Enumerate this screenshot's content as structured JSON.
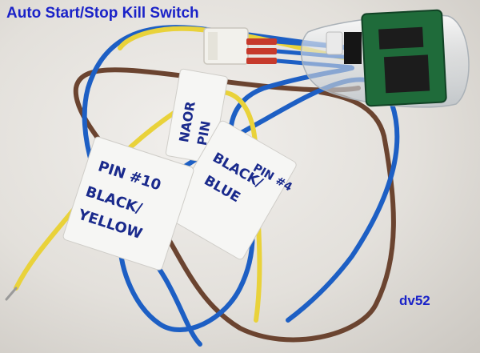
{
  "overlay": {
    "title": "Auto Start/Stop Kill Switch",
    "credit": "dv52",
    "text_color": "#1a22c8"
  },
  "tags": {
    "left_line1": "PIN #10",
    "left_line2": "BLACK/",
    "left_line3": "YELLOW",
    "middle_line1": "BLACK/",
    "middle_line2": "BLUE",
    "middle_side": "PIN #4",
    "back_line1": "NAOR",
    "back_line2": "PIN"
  },
  "colors": {
    "wire_blue": "#1d5fc4",
    "wire_yellow": "#e9d23a",
    "wire_brown": "#6b4430",
    "wire_red": "#c63a2c",
    "pcb_green": "#1f6b3a",
    "tag_paper": "#f6f6f4"
  }
}
